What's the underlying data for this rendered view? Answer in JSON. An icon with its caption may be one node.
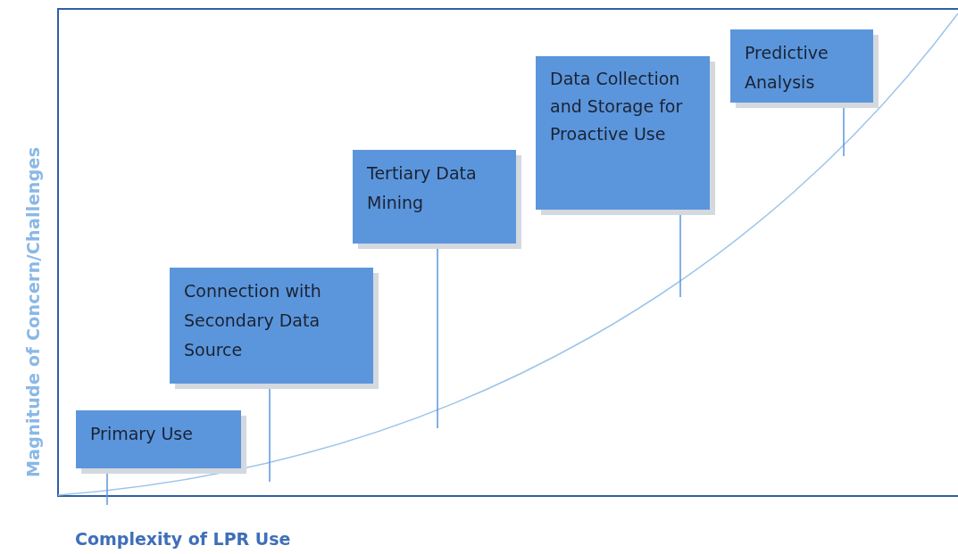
{
  "diagram": {
    "nodes": [
      {
        "text": [
          "Primary Use"
        ]
      },
      {
        "text": [
          "Connection with Secondary Data Source"
        ]
      },
      {
        "text": [
          "Tertiary Data Mining"
        ]
      },
      {
        "text": [
          "Data Collection and Storage for Proactive Use"
        ]
      },
      {
        "text": [
          "Predictive Analysis"
        ]
      }
    ],
    "edges": [
      {
        "from": 0,
        "to": null,
        "arrow": "none"
      },
      {
        "from": 1,
        "to": null,
        "arrow": "none"
      },
      {
        "from": 2,
        "to": null,
        "arrow": "none"
      },
      {
        "from": 3,
        "to": null,
        "arrow": "none"
      },
      {
        "from": 4,
        "to": null,
        "arrow": "none"
      }
    ],
    "labels": [
      "Magnitude of Concern/Challenges",
      "Complexity of LPR Use"
    ]
  }
}
